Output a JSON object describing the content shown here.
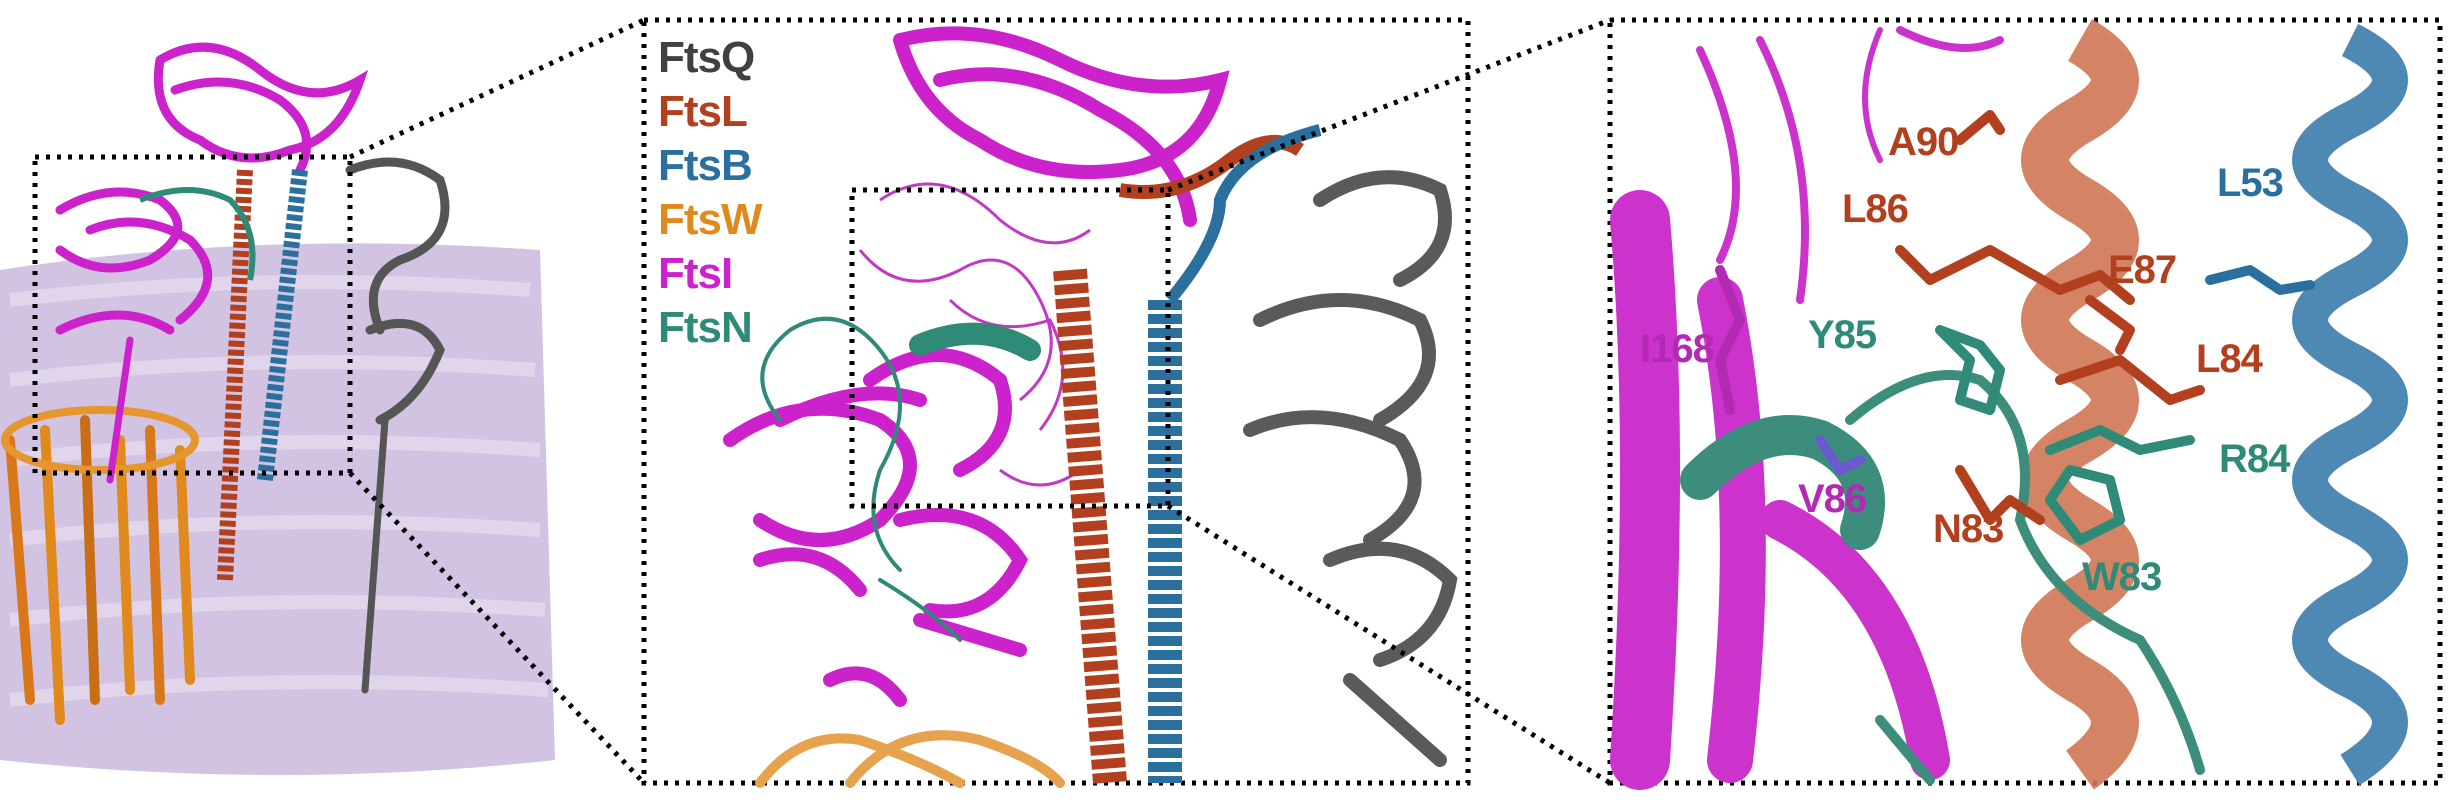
{
  "colors": {
    "FtsQ": "#404040",
    "FtsL": "#b2401e",
    "FtsB": "#2b6f9e",
    "FtsW": "#e08a1e",
    "FtsI": "#cc22cc",
    "FtsN": "#2f8a78",
    "membrane": "#b7a2cf"
  },
  "legend": [
    {
      "name": "FtsQ",
      "color": "#404040"
    },
    {
      "name": "FtsL",
      "color": "#b2401e"
    },
    {
      "name": "FtsB",
      "color": "#2b6f9e"
    },
    {
      "name": "FtsW",
      "color": "#e08a1e"
    },
    {
      "name": "FtsI",
      "color": "#cc22cc"
    },
    {
      "name": "FtsN",
      "color": "#2f8a78"
    }
  ],
  "residues": [
    {
      "label": "A90",
      "protein": "FtsL"
    },
    {
      "label": "L86",
      "protein": "FtsL"
    },
    {
      "label": "E87",
      "protein": "FtsL"
    },
    {
      "label": "L84",
      "protein": "FtsL"
    },
    {
      "label": "N83",
      "protein": "FtsL"
    },
    {
      "label": "L53",
      "protein": "FtsB"
    },
    {
      "label": "Y85",
      "protein": "FtsN"
    },
    {
      "label": "R84",
      "protein": "FtsN"
    },
    {
      "label": "W83",
      "protein": "FtsN"
    },
    {
      "label": "I168",
      "protein": "FtsI"
    },
    {
      "label": "V86",
      "protein": "FtsI"
    }
  ]
}
